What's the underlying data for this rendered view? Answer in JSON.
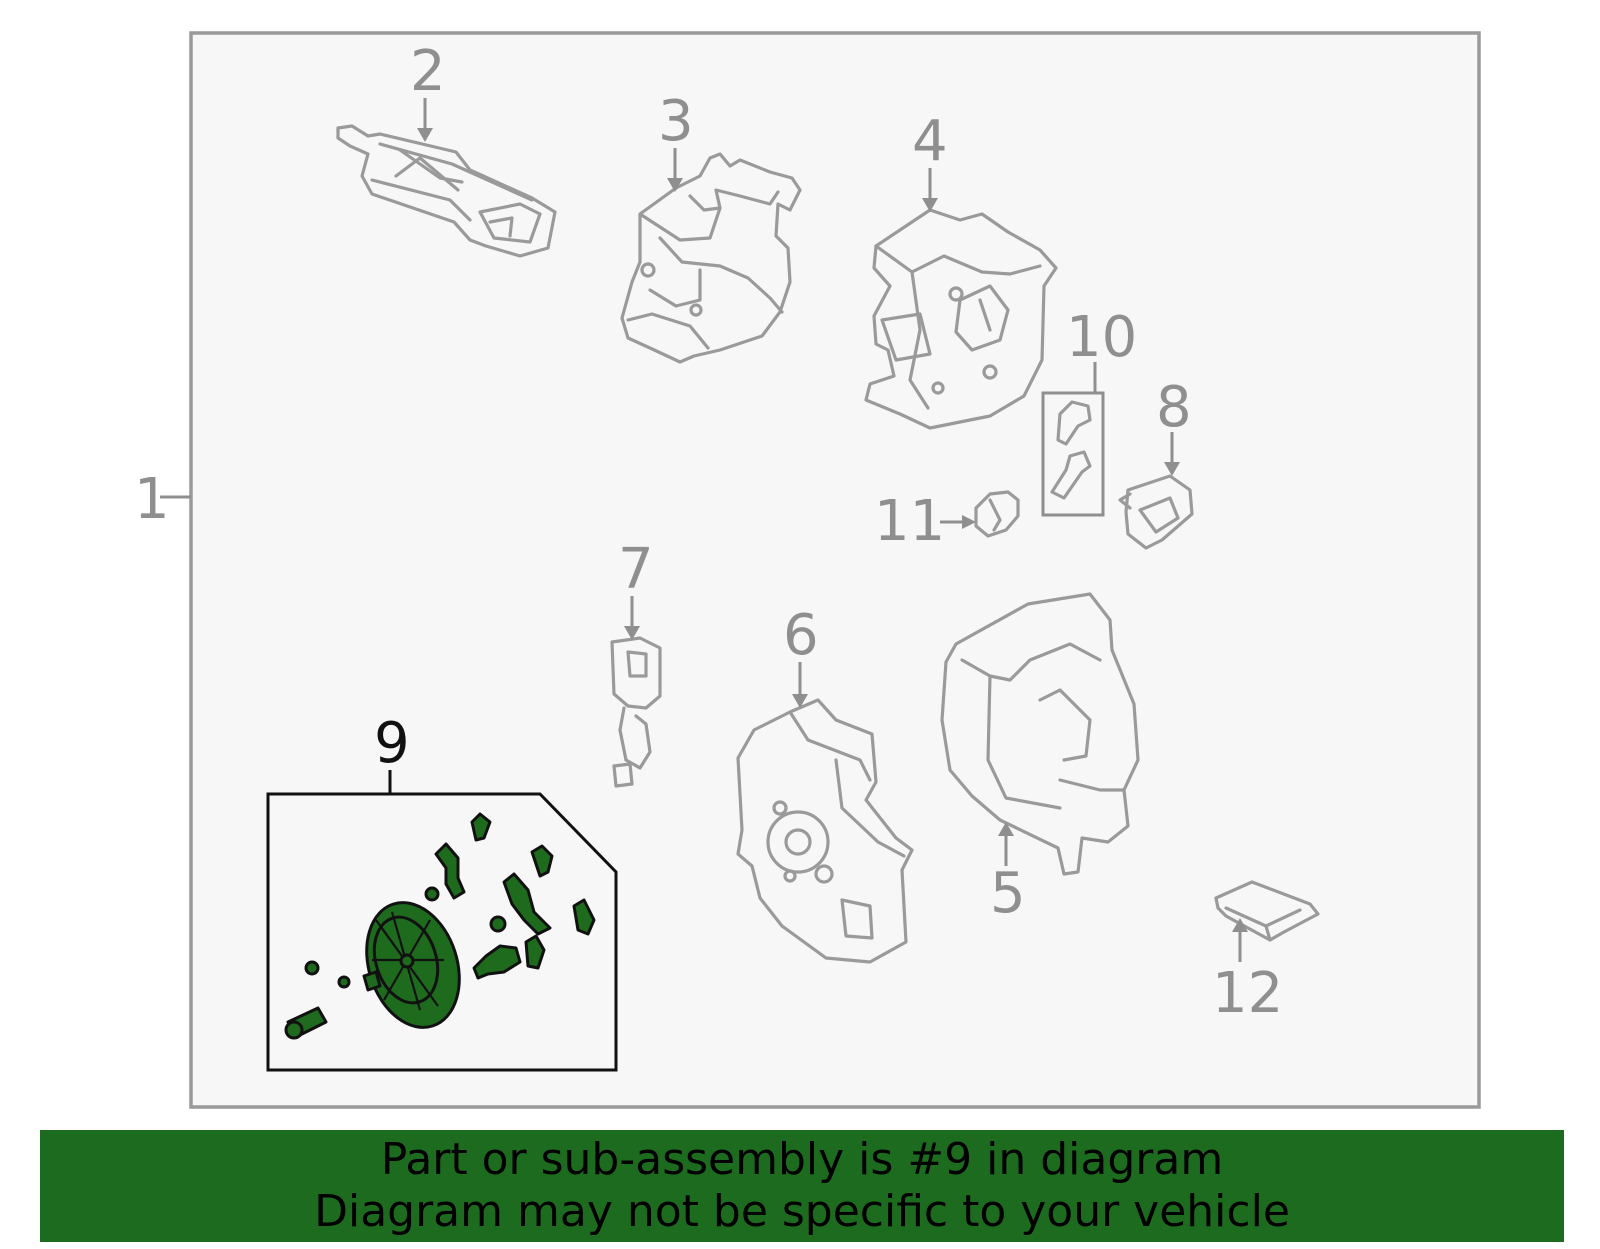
{
  "callouts": {
    "c1": "1",
    "c2": "2",
    "c3": "3",
    "c4": "4",
    "c5": "5",
    "c6": "6",
    "c7": "7",
    "c8": "8",
    "c9": "9",
    "c10": "10",
    "c11": "11",
    "c12": "12"
  },
  "highlighted_part": "9",
  "colors": {
    "highlight": "#1e6b1e",
    "banner": "#1d6b1e",
    "part_lines": "#9a9a9a"
  },
  "banner": {
    "line1": "Part or sub-assembly is #9 in diagram",
    "line2": "Diagram may not be specific to your vehicle"
  }
}
